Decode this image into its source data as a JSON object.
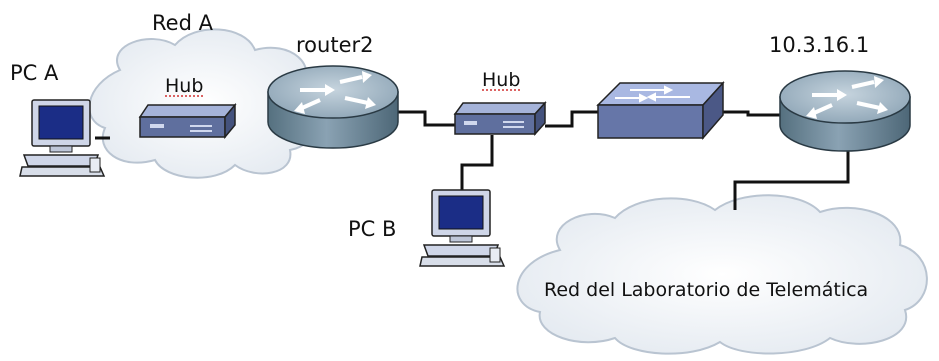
{
  "labels": {
    "red_a": "Red A",
    "pc_a": "PC A",
    "hub_a": "Hub",
    "router2": "router2",
    "hub_center": "Hub",
    "router_ip": "10.3.16.1",
    "pc_b": "PC B",
    "lab_network": "Red del Laboratorio de Telemática"
  },
  "colors": {
    "cloud_fill": "#eef2f6",
    "cloud_stroke": "#b8c3d0",
    "router_body": "#6f8a9e",
    "router_top": "#9fb3c3",
    "hub_body": "#5e6e9a",
    "hub_top": "#8898c6",
    "switch_top": "#9fb0dd",
    "cable": "#111111"
  },
  "icons": [
    "pc-icon",
    "hub-icon",
    "router-icon",
    "switch-icon",
    "cloud-icon"
  ]
}
